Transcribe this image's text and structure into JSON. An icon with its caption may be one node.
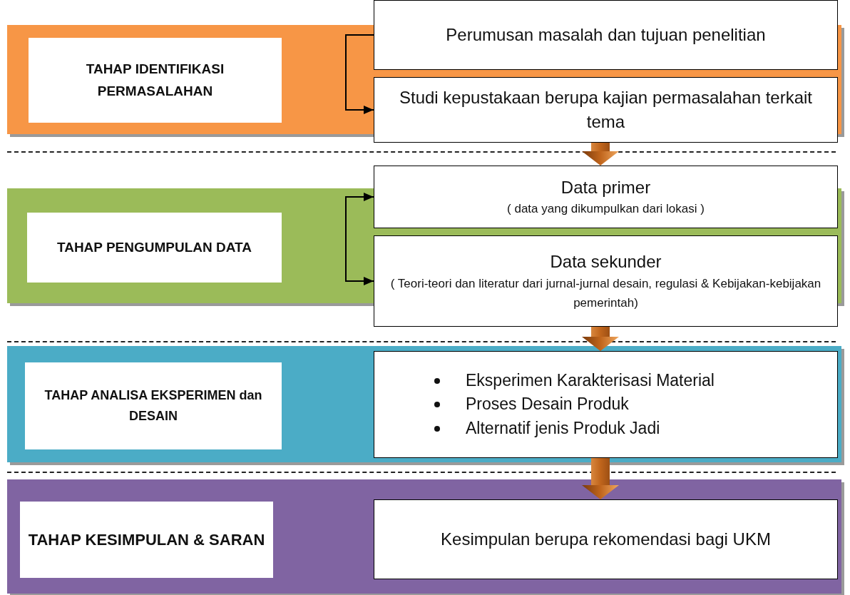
{
  "diagram": {
    "nodes": [
      {
        "text": [
          "TAHAP IDENTIFIKASI PERMASALAHAN"
        ]
      },
      {
        "text": [
          "Perumusan masalah dan tujuan penelitian"
        ]
      },
      {
        "text": [
          "Studi kepustakaan berupa kajian permasalahan terkait tema"
        ]
      },
      {
        "text": [
          "TAHAP PENGUMPULAN DATA"
        ]
      },
      {
        "text": [
          "Data primer",
          "( data yang dikumpulkan dari lokasi )"
        ]
      },
      {
        "text": [
          "Data sekunder",
          "( Teori-teori dan literatur dari jurnal-jurnal desain, regulasi & Kebijakan-kebijakan pemerintah)"
        ]
      },
      {
        "text": [
          "TAHAP ANALISA EKSPERIMEN dan DESAIN"
        ]
      },
      {
        "text": [
          "Eksperimen Karakterisasi Material",
          "Proses Desain Produk",
          "Alternatif jenis Produk Jadi"
        ]
      },
      {
        "text": [
          "TAHAP KESIMPULAN & SARAN"
        ]
      },
      {
        "text": [
          "Kesimpulan berupa rekomendasi bagi UKM"
        ]
      }
    ],
    "edges": [
      {
        "from": 1,
        "to": 2,
        "arrow": "to"
      },
      {
        "from": 4,
        "to": 5,
        "arrow": "both"
      },
      {
        "from": 2,
        "to": 4,
        "arrow": "to",
        "style": "thick"
      },
      {
        "from": 5,
        "to": 7,
        "arrow": "to",
        "style": "thick"
      },
      {
        "from": 7,
        "to": 9,
        "arrow": "to",
        "style": "thick"
      }
    ]
  }
}
